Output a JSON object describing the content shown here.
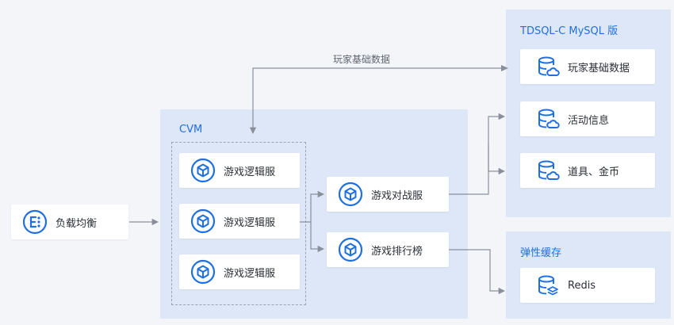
{
  "regions": {
    "cvm": "CVM",
    "tdsql": "TDSQL-C MySQL 版",
    "cache": "弹性缓存"
  },
  "nodes": {
    "lb": "负载均衡",
    "logic1": "游戏逻辑服",
    "logic2": "游戏逻辑服",
    "logic3": "游戏逻辑服",
    "battle": "游戏对战服",
    "rank": "游戏排行榜",
    "db_player": "玩家基础数据",
    "db_activity": "活动信息",
    "db_items": "道具、金币",
    "redis": "Redis"
  },
  "edges": {
    "player_data": "玩家基础数据"
  },
  "colors": {
    "accent": "#1f6fe0",
    "region_fill": "#dde7f7",
    "line": "#8a909a"
  },
  "icons": {
    "lb": "load-balancer-icon",
    "server": "cube-server-icon",
    "db": "database-cloud-icon",
    "redis": "database-stack-icon"
  }
}
